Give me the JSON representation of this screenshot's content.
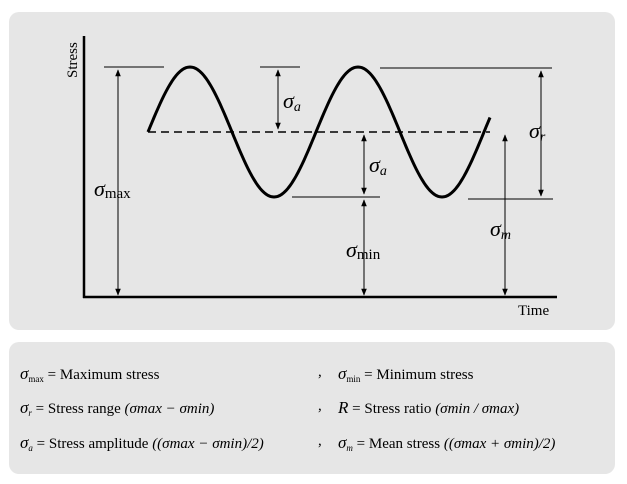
{
  "diagram": {
    "y_axis_label": "Stress",
    "x_axis_label": "Time",
    "labels": {
      "sigma_max": {
        "symbol": "σ",
        "sub": "max"
      },
      "sigma_a_upper": {
        "symbol": "σ",
        "sub": "a"
      },
      "sigma_a_lower": {
        "symbol": "σ",
        "sub": "a"
      },
      "sigma_r": {
        "symbol": "σ",
        "sub": "r"
      },
      "sigma_m": {
        "symbol": "σ",
        "sub": "m"
      },
      "sigma_min": {
        "symbol": "σ",
        "sub": "min"
      }
    }
  },
  "legend": {
    "separator": ",",
    "rows": [
      {
        "left": {
          "sym": "σ",
          "sub": "max",
          "text": " = Maximum stress",
          "formula": ""
        },
        "right": {
          "sym": "σ",
          "sub": "min",
          "text": " = Minimum stress",
          "formula": ""
        }
      },
      {
        "left": {
          "sym": "σ",
          "sub": "r",
          "text": " = Stress range ",
          "formula": "(σmax − σmin)"
        },
        "right": {
          "sym": "R",
          "sub": "",
          "text": " = Stress ratio ",
          "formula": "(σmin / σmax)"
        }
      },
      {
        "left": {
          "sym": "σ",
          "sub": "a",
          "text": " = Stress amplitude ",
          "formula": "((σmax − σmin)/2)"
        },
        "right": {
          "sym": "σ",
          "sub": "m",
          "text": " = Mean stress ",
          "formula": "((σmax + σmin)/2)"
        }
      }
    ]
  }
}
